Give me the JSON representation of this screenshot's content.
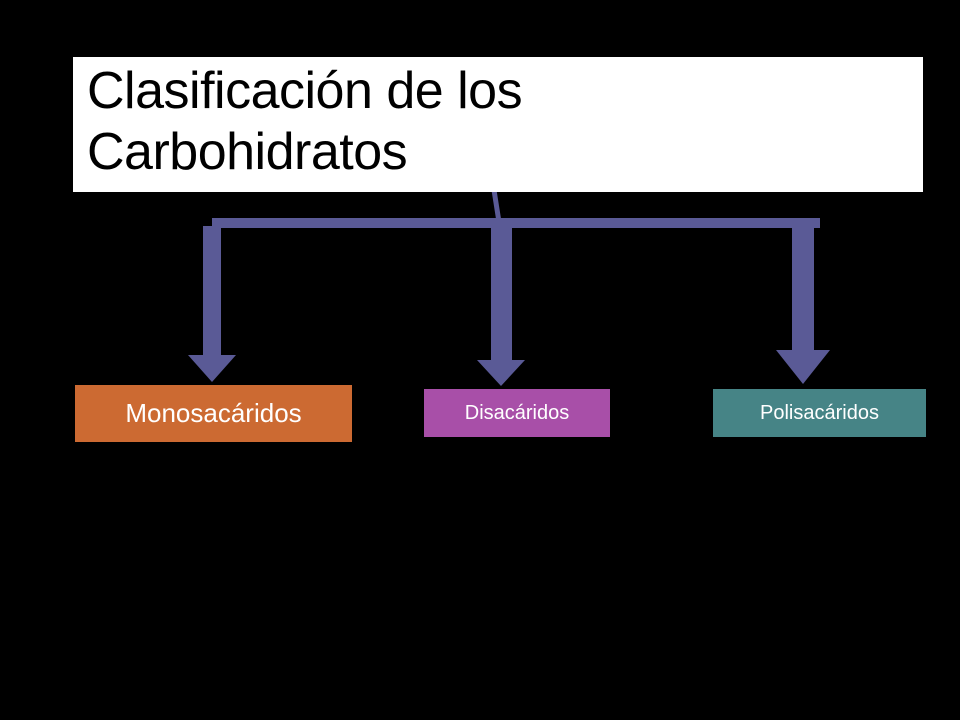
{
  "title": {
    "line1": "Clasificación de los",
    "line2": "Carbohidratos"
  },
  "nodes": {
    "monosacaridos": "Monosacáridos",
    "disacaridos": "Disacáridos",
    "polisacaridos": "Polisacáridos"
  },
  "colors": {
    "background": "#000000",
    "title_box": "#ffffff",
    "arrow": "#5a5a96",
    "monosacaridos": "#cc6a32",
    "disacaridos": "#a84fa8",
    "polisacaridos": "#468486"
  }
}
